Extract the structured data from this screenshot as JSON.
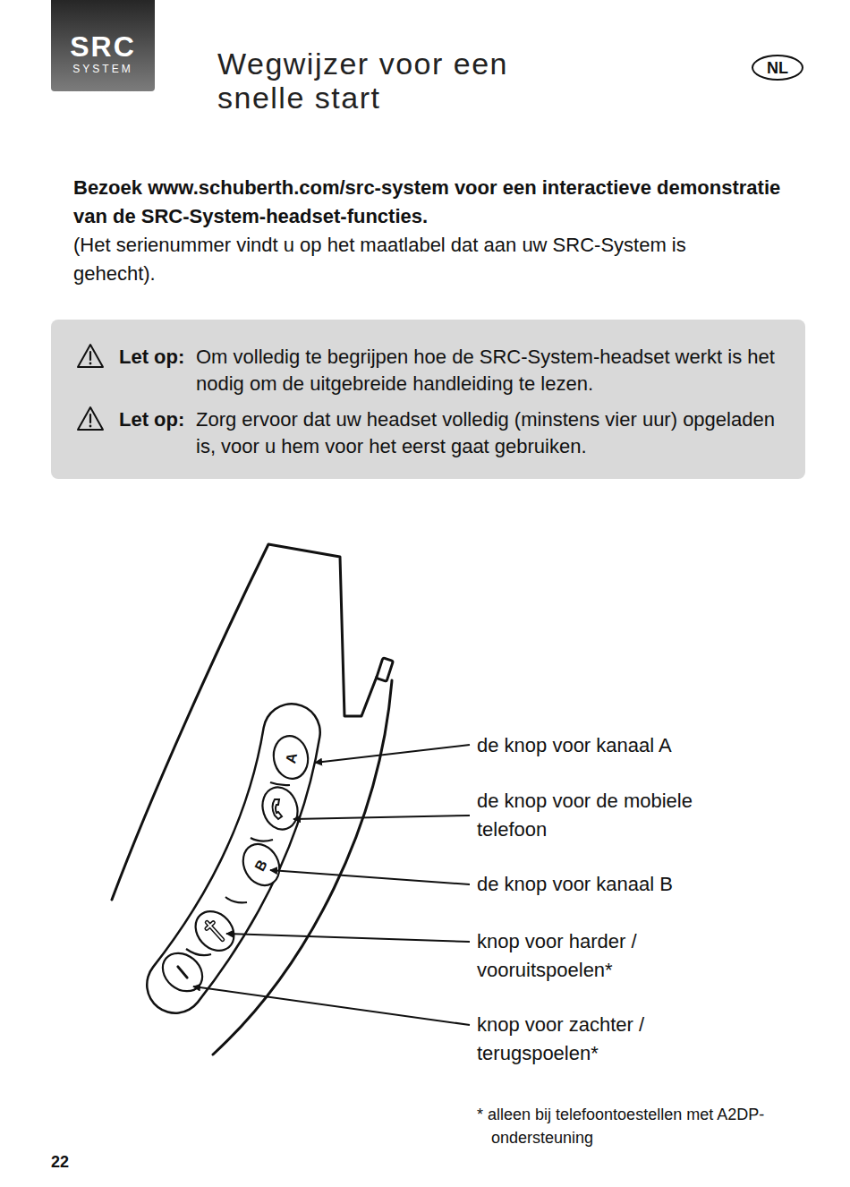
{
  "diagram": {
    "title": "Wegwijzer voor een snelle start",
    "nodes": [
      {
        "text": [
          "SRC",
          "SYSTEM"
        ]
      },
      {
        "text": [
          "NL"
        ]
      },
      {
        "text": [
          "Let op:",
          "Om volledig te begrijpen hoe de SRC-System-headset werkt is het nodig om de uitgebreide handleiding te lezen.",
          "Let op:",
          "Zorg ervoor dat uw headset volledig (minstens vier uur) opgeladen is, voor u hem voor het eerst gaat gebruiken."
        ]
      }
    ],
    "labels": [
      "Bezoek www.schuberth.com/src-system voor een interactieve demonstratie van de SRC-System-headset-functies.",
      "(Het serienummer vindt u op het maatlabel dat aan uw SRC-System is gehecht).",
      "A",
      "B",
      "de knop voor kanaal A",
      "de knop voor de mobiele telefoon",
      "de knop voor kanaal B",
      "knop voor harder / vooruitspoelen*",
      "knop voor zachter / terugspoelen*",
      "* alleen bij telefoontoestellen met A2DP-ondersteuning",
      "22"
    ]
  }
}
